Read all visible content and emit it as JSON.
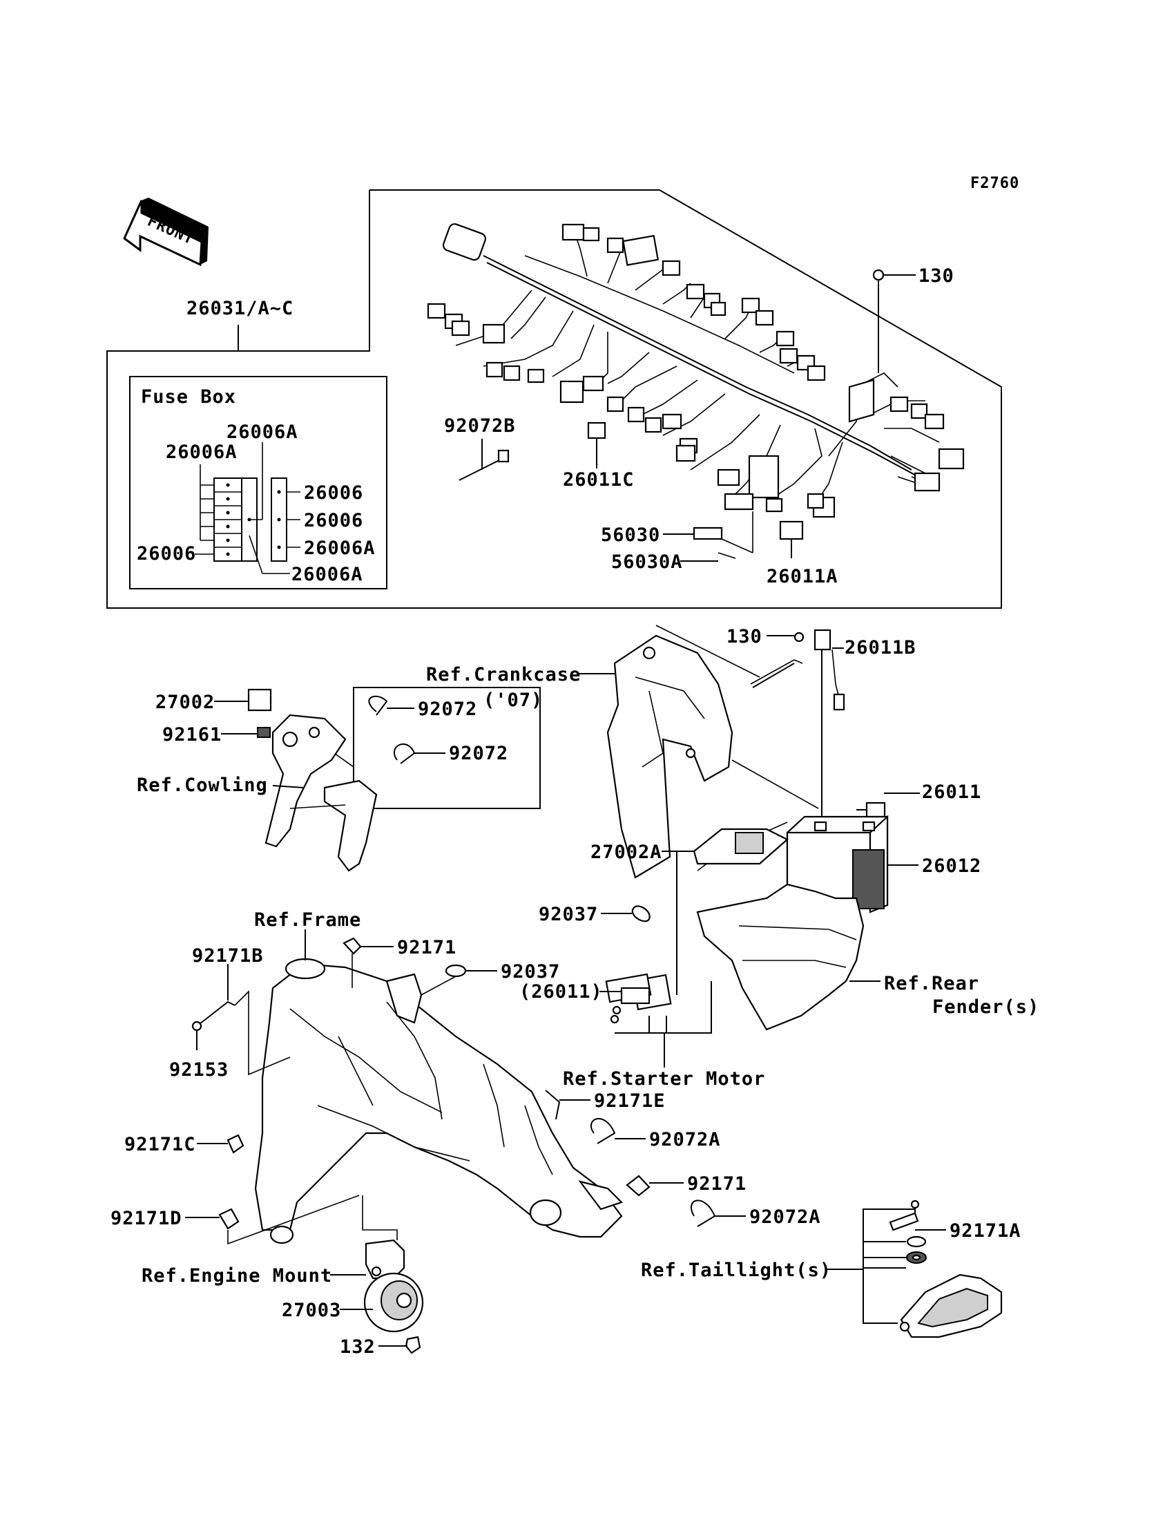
{
  "figure_code": "F2760",
  "front_arrow": "FRONT",
  "fuse_box_title": "Fuse Box",
  "labels": {
    "harness": "26031/A~C",
    "l130a": "130",
    "l92072B": "92072B",
    "l26011C": "26011C",
    "l56030": "56030",
    "l56030A": "56030A",
    "l26011A": "26011A",
    "fb_26006A_top": "26006A",
    "fb_26006A_left": "26006A",
    "fb_26006_r1": "26006",
    "fb_26006_r2": "26006",
    "fb_26006A_r3": "26006A",
    "fb_26006_left": "26006",
    "fb_26006A_bottom": "26006A",
    "l130b": "130",
    "l26011B": "26011B",
    "ref_crankcase": "Ref.Crankcase",
    "y07": "('07)",
    "l92072_1": "92072",
    "l92072_2": "92072",
    "l27002": "27002",
    "l92161": "92161",
    "ref_cowling": "Ref.Cowling",
    "l26011": "26011",
    "l26012": "26012",
    "l27002A": "27002A",
    "l92037a": "92037",
    "ref_frame": "Ref.Frame",
    "l92171a": "92171",
    "l92037b": "92037",
    "l26011p": "(26011)",
    "ref_rear": "Ref.Rear",
    "fender": "Fender(s)",
    "l92171B": "92171B",
    "l92153": "92153",
    "ref_starter": "Ref.Starter Motor",
    "l92171E": "92171E",
    "l92072A_1": "92072A",
    "l92171C": "92171C",
    "l92171b": "92171",
    "l92072A_2": "92072A",
    "l92171D": "92171D",
    "l92171A": "92171A",
    "ref_taillight": "Ref.Taillight(s)",
    "ref_engine_mount": "Ref.Engine Mount",
    "l27003": "27003",
    "l132": "132"
  }
}
